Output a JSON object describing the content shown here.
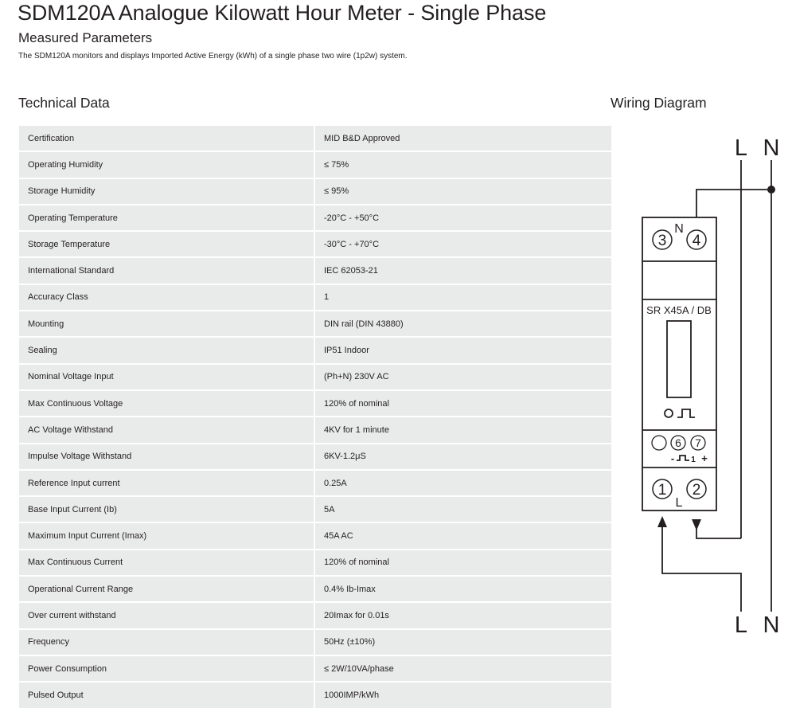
{
  "header": {
    "title": "SDM120A Analogue Kilowatt Hour Meter - Single Phase",
    "subtitle": "Measured Parameters",
    "description": "The SDM120A monitors and displays Imported Active Energy (kWh) of a single phase two wire (1p2w) system."
  },
  "technical_data": {
    "heading": "Technical Data",
    "rows": [
      {
        "label": "Certification",
        "value": "MID B&D Approved"
      },
      {
        "label": "Operating Humidity",
        "value": "≤ 75%"
      },
      {
        "label": "Storage Humidity",
        "value": "≤ 95%"
      },
      {
        "label": "Operating Temperature",
        "value": "-20°C - +50°C"
      },
      {
        "label": "Storage Temperature",
        "value": "-30°C - +70°C"
      },
      {
        "label": "International Standard",
        "value": "IEC 62053-21"
      },
      {
        "label": "Accuracy Class",
        "value": "1"
      },
      {
        "label": "Mounting",
        "value": "DIN rail (DIN 43880)"
      },
      {
        "label": "Sealing",
        "value": "IP51 Indoor"
      },
      {
        "label": "Nominal Voltage Input",
        "value": "(Ph+N) 230V AC"
      },
      {
        "label": "Max Continuous Voltage",
        "value": "120% of nominal"
      },
      {
        "label": "AC Voltage Withstand",
        "value": "4KV for 1 minute"
      },
      {
        "label": "Impulse Voltage Withstand",
        "value": "6KV-1.2μS"
      },
      {
        "label": "Reference Input current",
        "value": "0.25A"
      },
      {
        "label": "Base Input Current (Ib)",
        "value": "5A"
      },
      {
        "label": "Maximum Input Current (Imax)",
        "value": "45A AC"
      },
      {
        "label": "Max Continuous Current",
        "value": "120% of nominal"
      },
      {
        "label": "Operational Current Range",
        "value": "0.4% Ib-Imax"
      },
      {
        "label": "Over current withstand",
        "value": "20Imax for 0.01s"
      },
      {
        "label": "Frequency",
        "value": "50Hz (±10%)"
      },
      {
        "label": "Power Consumption",
        "value": "≤ 2W/10VA/phase"
      },
      {
        "label": "Pulsed Output",
        "value": "1000IMP/kWh"
      }
    ]
  },
  "wiring_diagram": {
    "heading": "Wiring Diagram",
    "line_label": "L",
    "neutral_label": "N",
    "neutral_terminal_label": "N",
    "line_terminal_label": "L",
    "model_label": "SR X45A / DB",
    "terminals": {
      "t1": "1",
      "t2": "2",
      "t3": "3",
      "t4": "4",
      "t6": "6",
      "t7": "7"
    },
    "pulse_minus": "-",
    "pulse_one": "1",
    "pulse_plus": "+"
  }
}
